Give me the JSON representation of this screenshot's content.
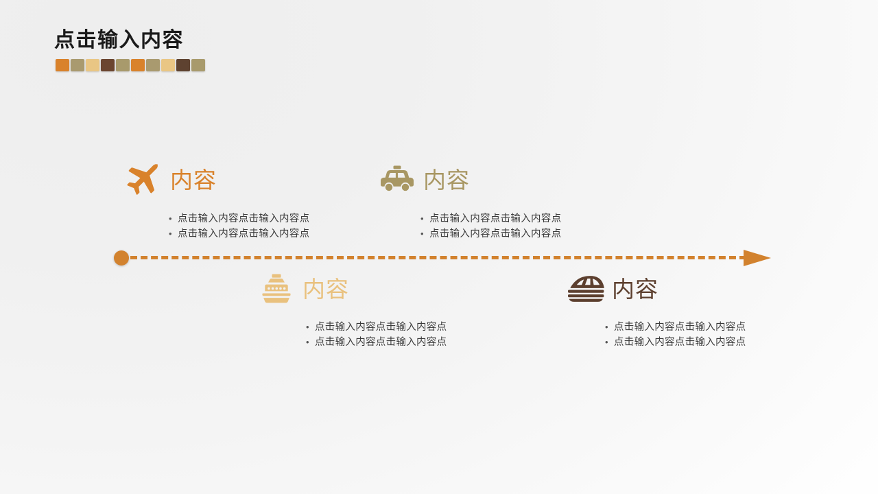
{
  "slide": {
    "title": "点击输入内容",
    "background_from": "#eeeeee",
    "background_to": "#ffffff"
  },
  "accent_swatches": [
    {
      "name": "swatch-orange-1",
      "color": "#d9822b"
    },
    {
      "name": "swatch-olive-1",
      "color": "#a99a6f"
    },
    {
      "name": "swatch-tan-1",
      "color": "#e9c684"
    },
    {
      "name": "swatch-darkbrown-1",
      "color": "#6b4530"
    },
    {
      "name": "swatch-olive-2",
      "color": "#a89a6c"
    },
    {
      "name": "swatch-orange-2",
      "color": "#d9822b"
    },
    {
      "name": "swatch-olive-3",
      "color": "#a99a6f"
    },
    {
      "name": "swatch-tan-2",
      "color": "#e9c684"
    },
    {
      "name": "swatch-darkbrown-2",
      "color": "#5e4230"
    },
    {
      "name": "swatch-olive-4",
      "color": "#a89a6c"
    }
  ],
  "timeline": {
    "dot_color": "#d2822e",
    "line_color": "#d2822e",
    "arrow_color": "#d2822e",
    "direction": "left-to-right"
  },
  "items": [
    {
      "id": "plane",
      "icon": "airplane-icon",
      "heading": "内容",
      "color": "#d9822b",
      "position": "top-left",
      "bullets": [
        "点击输入内容点击输入内容点",
        "点击输入内容点击输入内容点"
      ]
    },
    {
      "id": "taxi",
      "icon": "taxi-car-icon",
      "heading": "内容",
      "color": "#a89763",
      "position": "top-right",
      "bullets": [
        "点击输入内容点击输入内容点",
        "点击输入内容点击输入内容点"
      ]
    },
    {
      "id": "ship",
      "icon": "ship-icon",
      "heading": "内容",
      "color": "#e9c17e",
      "position": "bottom-left",
      "bullets": [
        "点击输入内容点击输入内容点",
        "点击输入内容点击输入内容点"
      ]
    },
    {
      "id": "train",
      "icon": "high-speed-train-icon",
      "heading": "内容",
      "color": "#5c3f2e",
      "position": "bottom-right",
      "bullets": [
        "点击输入内容点击输入内容点",
        "点击输入内容点击输入内容点"
      ]
    }
  ],
  "bullet_marker": "•"
}
